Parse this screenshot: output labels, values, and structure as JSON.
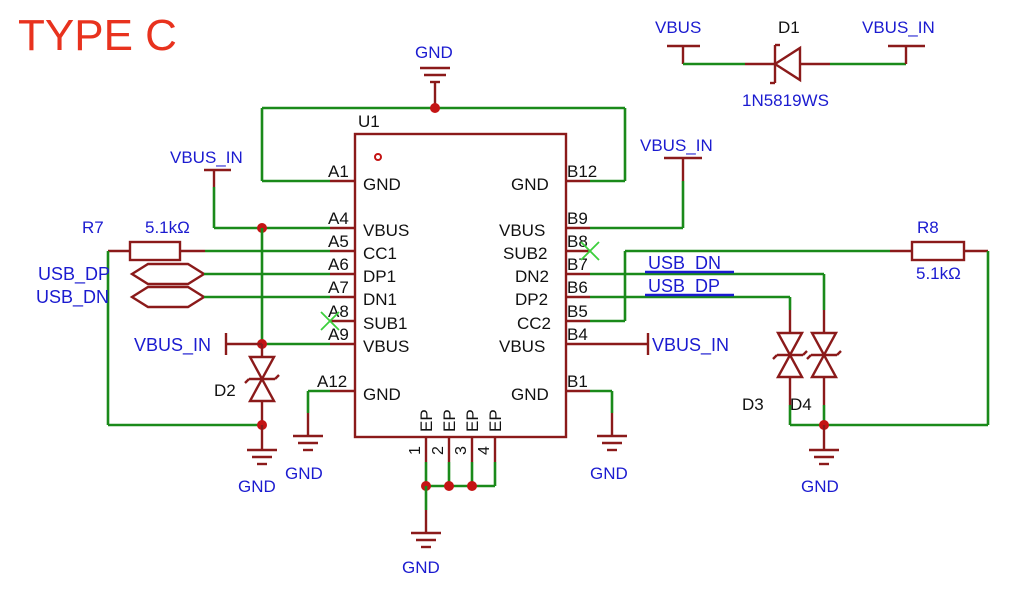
{
  "title": "TYPE C",
  "connector": {
    "ref": "U1",
    "left_pins": [
      {
        "num": "A1",
        "name": "GND"
      },
      {
        "num": "A4",
        "name": "VBUS"
      },
      {
        "num": "A5",
        "name": "CC1"
      },
      {
        "num": "A6",
        "name": "DP1"
      },
      {
        "num": "A7",
        "name": "DN1"
      },
      {
        "num": "A8",
        "name": "SUB1"
      },
      {
        "num": "A9",
        "name": "VBUS"
      },
      {
        "num": "A12",
        "name": "GND"
      }
    ],
    "right_pins": [
      {
        "num": "B12",
        "name": "GND"
      },
      {
        "num": "B9",
        "name": "VBUS"
      },
      {
        "num": "B8",
        "name": "SUB2"
      },
      {
        "num": "B7",
        "name": "DN2"
      },
      {
        "num": "B6",
        "name": "DP2"
      },
      {
        "num": "B5",
        "name": "CC2"
      },
      {
        "num": "B4",
        "name": "VBUS"
      },
      {
        "num": "B1",
        "name": "GND"
      }
    ],
    "bottom_pins": [
      {
        "num": "1",
        "name": "EP"
      },
      {
        "num": "2",
        "name": "EP"
      },
      {
        "num": "3",
        "name": "EP"
      },
      {
        "num": "4",
        "name": "EP"
      }
    ]
  },
  "components": {
    "r7": {
      "ref": "R7",
      "value": "5.1kΩ"
    },
    "r8": {
      "ref": "R8",
      "value": "5.1kΩ"
    },
    "d1": {
      "ref": "D1",
      "value": "1N5819WS"
    },
    "d2": {
      "ref": "D2"
    },
    "d3": {
      "ref": "D3"
    },
    "d4": {
      "ref": "D4"
    }
  },
  "nets": {
    "gnd": "GND",
    "vbus": "VBUS",
    "vbus_in": "VBUS_IN",
    "usb_dp": "USB_DP",
    "usb_dn": "USB_DN"
  },
  "colors": {
    "title": "#e8321e",
    "net_label": "#1b1bd0",
    "wire": "#1a8a1a",
    "symbol": "#8b1a1a",
    "junction": "#c41414"
  }
}
